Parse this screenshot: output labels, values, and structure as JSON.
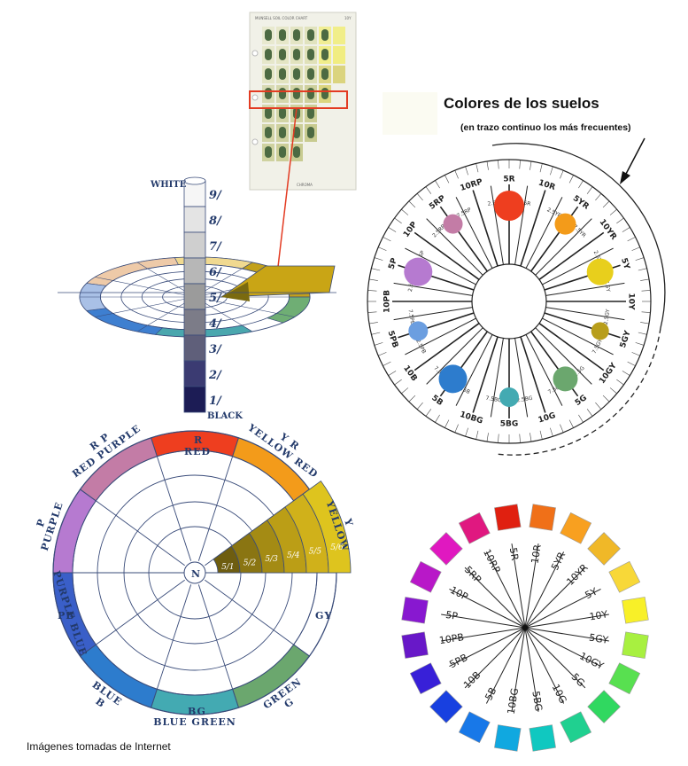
{
  "title": "Colores de los suelos",
  "subtitle": "(en trazo continuo los más frecuentes)",
  "footer": "Imágenes tomadas de Internet",
  "soil_chart": {
    "header_left": "MUNSELL SOIL COLOR CHART",
    "header_right": "10Y",
    "footer": "CHROMA"
  },
  "value_column": {
    "top_label": "WHITE",
    "bottom_label": "BLACK",
    "values": [
      "9/",
      "8/",
      "7/",
      "6/",
      "5/",
      "4/",
      "3/",
      "2/",
      "1/"
    ]
  },
  "hue_wheel_a": {
    "hues": [
      "5R",
      "10R",
      "5YR",
      "10YR",
      "5Y",
      "10Y",
      "5GY",
      "10GY",
      "5G",
      "10G",
      "5BG",
      "10BG",
      "5B",
      "10B",
      "5PB",
      "10PB",
      "5P",
      "10P",
      "5RP",
      "10RP"
    ],
    "minor_hues": [
      "2.5R",
      "7.5R",
      "2.5YR",
      "7.5YR",
      "2.5Y",
      "7.5Y",
      "2.5GY",
      "7.5GY",
      "2.5G",
      "7.5G",
      "2.5BG",
      "7.5BG",
      "2.5B",
      "7.5B",
      "2.5PB",
      "7.5PB",
      "2.5P",
      "7.5P",
      "2.5RP",
      "7.5RP"
    ]
  },
  "hue_wheel_b": {
    "labels": {
      "r_code": "R",
      "r_name": "RED",
      "yr_code": "Y R",
      "yr_name": "YELLOW RED",
      "y_code": "Y",
      "y_name": "YELLOW",
      "gy_code": "GY",
      "g_code": "G",
      "g_name": "GREEN",
      "bg_code": "BG",
      "bg_name": "BLUE GREEN",
      "b_code": "B",
      "b_name": "BLUE",
      "pb_code": "PB",
      "pb_name": "PURPLE BLUE",
      "p_code": "P",
      "p_name": "PURPLE",
      "rp_code": "R P",
      "rp_name": "RED PURPLE",
      "center": "N"
    },
    "chroma_steps": [
      "5/1",
      "5/2",
      "5/3",
      "5/4",
      "5/5",
      "5/6"
    ]
  },
  "hue_wheel_c": {
    "labels": [
      "5R",
      "10R",
      "5YR",
      "10YR",
      "5Y",
      "10Y",
      "5GY",
      "10GY",
      "5G",
      "10G",
      "5BG",
      "10BG",
      "5B",
      "10B",
      "5PB",
      "10PB",
      "5P",
      "10P",
      "5RP",
      "10RP"
    ],
    "colors": [
      "#e02010",
      "#f07018",
      "#f8a020",
      "#f0b828",
      "#f8d838",
      "#f8f028",
      "#a8f040",
      "#58e050",
      "#30d860",
      "#20d090",
      "#10c8c0",
      "#10a8e0",
      "#1878e8",
      "#1840e0",
      "#3820d8",
      "#6818c8",
      "#8818d0",
      "#b818c8",
      "#e018c0",
      "#e01880"
    ]
  },
  "colors": {
    "red": "#ee3e1f",
    "orange": "#f39b1a",
    "yellow": "#e8cf1c",
    "olive": "#b89e1a",
    "green": "#6ba76e",
    "teal": "#43aab2",
    "blue": "#2d7ccd",
    "purple": "#b67ad0",
    "pink": "#c37ca6"
  }
}
